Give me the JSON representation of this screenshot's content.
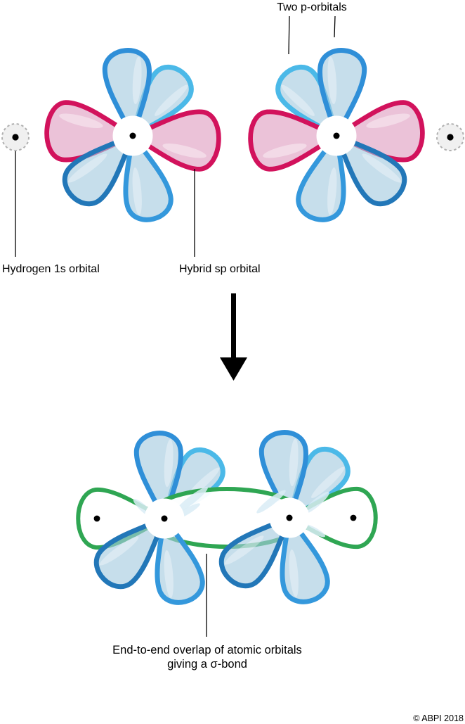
{
  "diagram": {
    "title": "sp hybrid orbital overlap forming a sigma bond",
    "labels": {
      "two_p_orbitals": "Two p-orbitals",
      "hydrogen_1s_orbital": "Hydrogen 1s orbital",
      "hybrid_sp_orbital": "Hybrid sp orbital",
      "sigma_caption_line1": "End-to-end overlap of atomic orbitals",
      "sigma_caption_line2": "giving a σ-bond",
      "copyright": "© ABPI 2018"
    },
    "colors": {
      "p_orbital_stroke_top": "#2f8fd8",
      "p_orbital_stroke_light": "#4bb9e8",
      "p_orbital_stroke_bottom_right": "#3498dc",
      "p_orbital_stroke_bottom_left": "#2277b8",
      "p_orbital_fill": "rgba(165,203,224,0.63)",
      "sp_orbital_stroke": "#d2125c",
      "sp_orbital_fill": "rgba(219,143,184,0.55)",
      "sigma_orbital_stroke": "#2fa653",
      "hydrogen_fill": "#f0f0f0",
      "hydrogen_stroke": "#b0b0b0",
      "arrow_color": "#000000",
      "background": "#ffffff"
    }
  }
}
